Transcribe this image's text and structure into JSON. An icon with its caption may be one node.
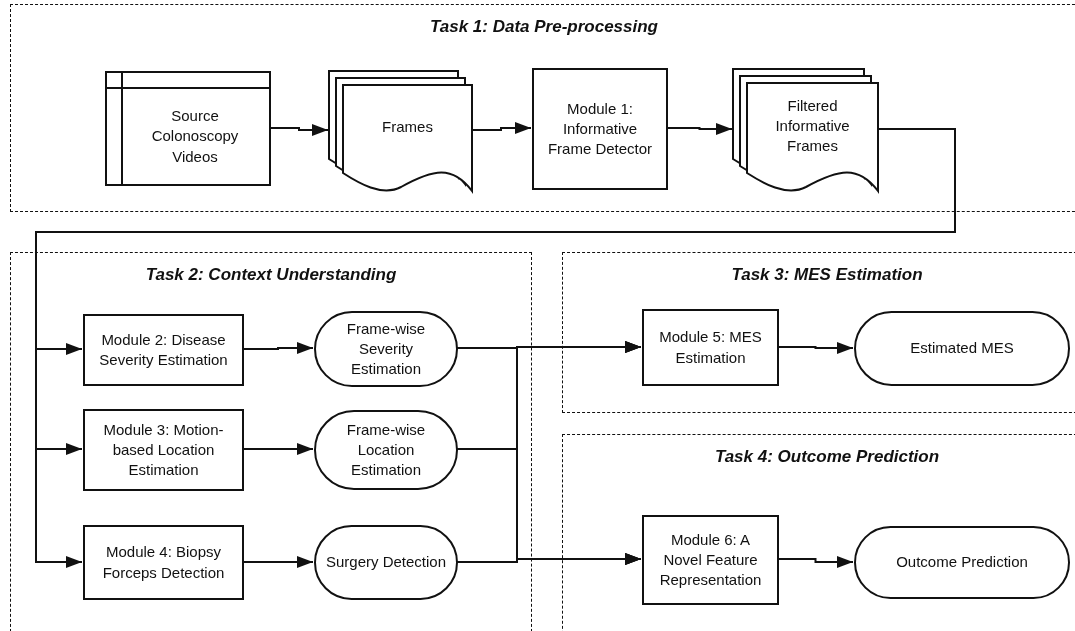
{
  "diagram": {
    "nodes": [
      {
        "text": [
          "Task 1: Data Pre-processing"
        ]
      },
      {
        "text": [
          "Source Colonoscopy Videos"
        ],
        "in": 0
      },
      {
        "text": [
          "Frames"
        ],
        "in": 0
      },
      {
        "text": [
          "Module 1: Informative Frame Detector"
        ],
        "in": 0
      },
      {
        "text": [
          "Filtered Informative Frames"
        ],
        "in": 0
      },
      {
        "text": [
          "Task 2: Context Understanding"
        ]
      },
      {
        "text": [
          "Module 2: Disease Severity Estimation"
        ],
        "in": 5
      },
      {
        "text": [
          "Frame-wise Severity Estimation"
        ],
        "in": 5
      },
      {
        "text": [
          "Module 3: Motion-based Location Estimation"
        ],
        "in": 5
      },
      {
        "text": [
          "Frame-wise Location Estimation"
        ],
        "in": 5
      },
      {
        "text": [
          "Module 4: Biopsy Forceps Detection"
        ],
        "in": 5
      },
      {
        "text": [
          "Surgery Detection"
        ],
        "in": 5
      },
      {
        "text": [
          "Task 3: MES Estimation"
        ]
      },
      {
        "text": [
          "Module 5: MES Estimation"
        ],
        "in": 12
      },
      {
        "text": [
          "Estimated MES"
        ],
        "in": 12
      },
      {
        "text": [
          "Task 4: Outcome Prediction"
        ]
      },
      {
        "text": [
          "Module 6: A Novel Feature Representation"
        ],
        "in": 15
      },
      {
        "text": [
          "Outcome Prediction"
        ],
        "in": 15
      }
    ],
    "edges": [
      {
        "from": 1,
        "to": 2,
        "arrow": "to"
      },
      {
        "from": 2,
        "to": 3,
        "arrow": "to"
      },
      {
        "from": 3,
        "to": 4,
        "arrow": "to"
      },
      {
        "from": 4,
        "to": 6,
        "arrow": "to"
      },
      {
        "from": 4,
        "to": 8,
        "arrow": "to"
      },
      {
        "from": 4,
        "to": 10,
        "arrow": "to"
      },
      {
        "from": 6,
        "to": 7,
        "arrow": "to"
      },
      {
        "from": 8,
        "to": 9,
        "arrow": "to"
      },
      {
        "from": 10,
        "to": 11,
        "arrow": "to"
      },
      {
        "from": 7,
        "to": 13,
        "arrow": "to"
      },
      {
        "from": 9,
        "to": 13,
        "arrow": "to"
      },
      {
        "from": 11,
        "to": 13,
        "arrow": "to"
      },
      {
        "from": 7,
        "to": 16,
        "arrow": "to"
      },
      {
        "from": 9,
        "to": 16,
        "arrow": "to"
      },
      {
        "from": 11,
        "to": 16,
        "arrow": "to"
      },
      {
        "from": 13,
        "to": 14,
        "arrow": "to"
      },
      {
        "from": 16,
        "to": 17,
        "arrow": "to"
      }
    ]
  }
}
